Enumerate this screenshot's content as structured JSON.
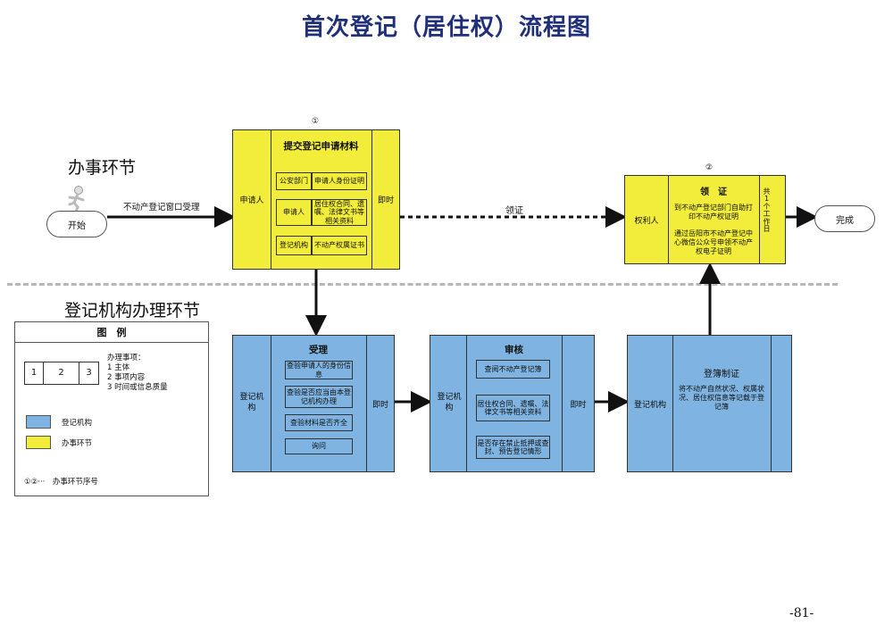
{
  "title": "首次登记（居住权）流程图",
  "section_top": "办事环节",
  "section_bottom": "登记机构办理环节",
  "start_label": "开始",
  "start_to_submit_label": "不动产登记窗口受理",
  "submit": {
    "number": "①",
    "subject": "申请人",
    "title": "提交登记申请材料",
    "time": "即时",
    "rows": [
      {
        "who": "公安部门",
        "what": "申请人身份证明"
      },
      {
        "who": "申请人",
        "what": "居住权合同、遗嘱、法律文书等相关资料"
      },
      {
        "who": "登记机构",
        "what": "不动产权属证书"
      }
    ]
  },
  "collect_arrow_label": "领证",
  "collect": {
    "number": "②",
    "subject": "权利人",
    "title": "领　证",
    "text1": "到不动产登记部门自助打印不动产权证明",
    "text2": "通过岳阳市不动产登记中心微信公众号申领不动产权电子证明",
    "time": "共1个工作日"
  },
  "finish_label": "完成",
  "accept": {
    "subject": "登记机构",
    "title": "受理",
    "time": "即时",
    "items": [
      "查验申请人的身份信息",
      "查验是否应当由本登记机构办理",
      "查验材料是否齐全",
      "询问"
    ]
  },
  "review": {
    "subject": "登记机构",
    "title": "审核",
    "time": "即时",
    "items": [
      "查阅不动产登记簿",
      "居住权合同、遗嘱、法律文书等相关资料",
      "是否存在禁止抵押或查封、预告登记情形"
    ]
  },
  "register": {
    "subject": "登记机构",
    "title": "登簿制证",
    "text": "将不动产自然状况、权属状况、居住权信息等记载于登记簿"
  },
  "legend": {
    "title": "图　例",
    "cells": [
      "1",
      "2",
      "3"
    ],
    "notes": [
      "办理事项：",
      "1 主体",
      "2 事项内容",
      "3 时间或信息质量"
    ],
    "blue_label": "登记机构",
    "yellow_label": "办事环节",
    "seq_label": "①②···　办事环节序号",
    "blue_color": "#7fb4e2",
    "yellow_color": "#f2ec3a"
  },
  "page_number": "-81-"
}
